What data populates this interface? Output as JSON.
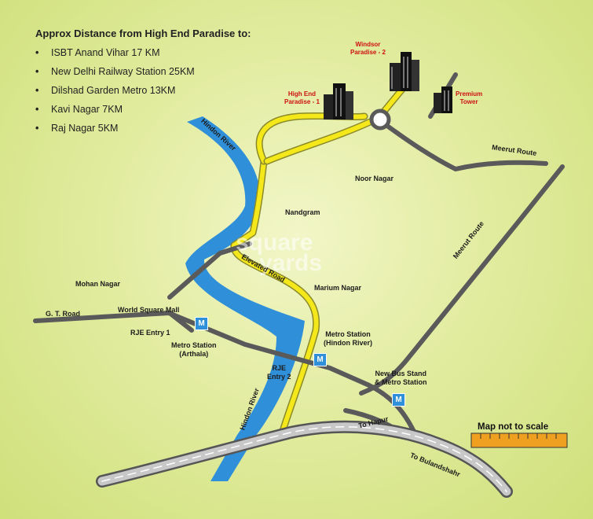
{
  "legend": {
    "title": "Approx Distance from High End Paradise to:",
    "items": [
      "ISBT Anand Vihar 17 KM",
      "New Delhi Railway Station 25KM",
      "Dilshad Garden Metro 13KM",
      "Kavi Nagar 7KM",
      "Raj Nagar 5KM"
    ]
  },
  "projects": {
    "windsor": [
      "Windsor",
      "Paradise - 2"
    ],
    "highend": [
      "High End",
      "Paradise - 1"
    ],
    "premium": [
      "Premium",
      "Tower"
    ]
  },
  "places": {
    "noor_nagar": "Noor Nagar",
    "nandgram": "Nandgram",
    "mohan_nagar": "Mohan Nagar",
    "marium_nagar": "Marium Nagar",
    "world_square_mall": "World Square Mall",
    "rje_entry1": "RJE Entry 1",
    "rje_entry2": [
      "RJE",
      "Entry 2"
    ],
    "metro_arthala": [
      "Metro Station",
      "(Arthala)"
    ],
    "metro_hindon": [
      "Metro Station",
      "(Hindon River)"
    ],
    "bus_stand": [
      "New Bus Stand",
      "& Metro Station"
    ]
  },
  "roads": {
    "meerut_route_top": "Meerut Route",
    "meerut_route_diag": "Meerut Route",
    "gt_road": "G. T. Road",
    "to_hapur": "To Hapur",
    "to_bulandshahr": "To Bulandshahr",
    "elevated_road": "Elevated Road",
    "hindon_river_top": "Hindon River",
    "hindon_river_bottom": "Hindon River"
  },
  "metro_symbol": "M",
  "scale_note": "Map not to scale",
  "watermark": [
    "square",
    "yards"
  ],
  "colors": {
    "background": "#dfeaa0",
    "road_gray": "#5a5a5a",
    "elevated_yellow": "#f4e81a",
    "river_blue": "#2f8fd8",
    "label_red": "#cc1111",
    "scale_orange": "#f0a020"
  }
}
